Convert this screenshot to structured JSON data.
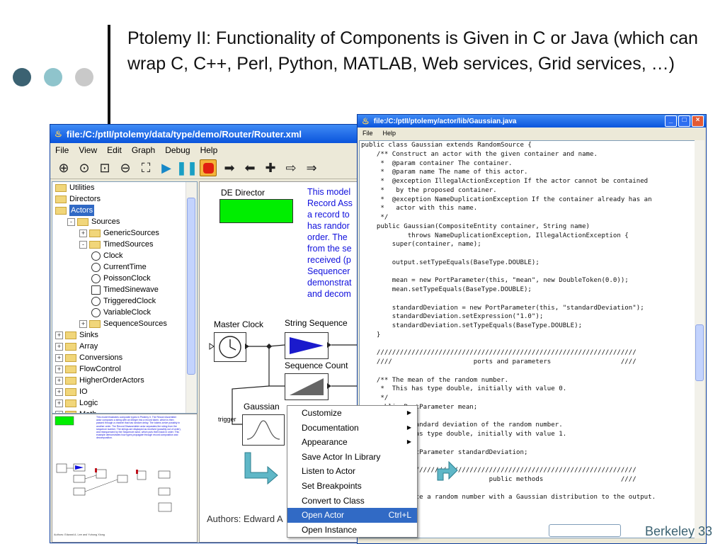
{
  "slide": {
    "title": "Ptolemy II: Functionality of Components is Given in C or Java (which can wrap C, C++, Perl, Python, MATLAB, Web services, Grid services, …)",
    "footer": "Berkeley 33"
  },
  "vergil": {
    "title": "file:/C:/ptII/ptolemy/data/type/demo/Router/Router.xml",
    "menu": [
      "File",
      "View",
      "Edit",
      "Graph",
      "Debug",
      "Help"
    ],
    "tree": [
      {
        "label": "Utilities",
        "indent": 0,
        "icon": "folder-icon"
      },
      {
        "label": "Directors",
        "indent": 0,
        "icon": "folder-icon"
      },
      {
        "label": "Actors",
        "indent": 0,
        "icon": "folder-icon",
        "selected": true
      },
      {
        "label": "Sources",
        "indent": 1,
        "icon": "folder-icon",
        "exp": "-"
      },
      {
        "label": "GenericSources",
        "indent": 2,
        "icon": "folder-icon",
        "exp": "+"
      },
      {
        "label": "TimedSources",
        "indent": 2,
        "icon": "folder-icon",
        "exp": "-"
      },
      {
        "label": "Clock",
        "indent": 3,
        "icon": "clock-icon"
      },
      {
        "label": "CurrentTime",
        "indent": 3,
        "icon": "clock-icon"
      },
      {
        "label": "PoissonClock",
        "indent": 3,
        "icon": "clock-icon"
      },
      {
        "label": "TimedSinewave",
        "indent": 3,
        "icon": "sine-icon"
      },
      {
        "label": "TriggeredClock",
        "indent": 3,
        "icon": "clock-icon"
      },
      {
        "label": "VariableClock",
        "indent": 3,
        "icon": "clock-icon"
      },
      {
        "label": "SequenceSources",
        "indent": 2,
        "icon": "folder-icon",
        "exp": "+"
      },
      {
        "label": "Sinks",
        "indent": 0,
        "icon": "folder-icon",
        "exp": "+"
      },
      {
        "label": "Array",
        "indent": 0,
        "icon": "folder-icon",
        "exp": "+"
      },
      {
        "label": "Conversions",
        "indent": 0,
        "icon": "folder-icon",
        "exp": "+"
      },
      {
        "label": "FlowControl",
        "indent": 0,
        "icon": "folder-icon",
        "exp": "+"
      },
      {
        "label": "HigherOrderActors",
        "indent": 0,
        "icon": "folder-icon",
        "exp": "+"
      },
      {
        "label": "IO",
        "indent": 0,
        "icon": "folder-icon",
        "exp": "+"
      },
      {
        "label": "Logic",
        "indent": 0,
        "icon": "folder-icon",
        "exp": "+"
      },
      {
        "label": "Math",
        "indent": 0,
        "icon": "folder-icon",
        "exp": "+"
      }
    ],
    "canvas": {
      "director": "DE Director",
      "annotation": [
        "This model",
        "Record Ass",
        "a record to",
        "has randor",
        "order. The",
        "from the se",
        "received (p",
        "Sequencer",
        "demonstrat",
        "and decom"
      ],
      "master_clock": "Master Clock",
      "string_sequence": "String Sequence",
      "sequence_count": "Sequence Count",
      "gaussian": "Gaussian",
      "trigger": "trigger",
      "authors": "Authors: Edward A"
    },
    "thumbnail": {
      "text": "This model illustrates composite types in Ptolemy II. The Record Assembler actor composes a string with an integer into a record token, which is then passed through a channel that has random delay. The tokens arrive possibly in another order. The Record Disassembler actor separates the string from the sequence number. The strings are displayed as received (possibly out of order), and resequenced by the Sequencer actor, which puts them back in order. This example demonstrates how types propagate through record composition and decomposition.",
      "authors": "Authors: Edward A. Lee and Yuhong Xiong"
    }
  },
  "editor": {
    "title": "file:/C:/ptII/ptolemy/actor/lib/Gaussian.java",
    "menu": [
      "File",
      "Help"
    ],
    "code": "public class Gaussian extends RandomSource {\n    /** Construct an actor with the given container and name.\n     *  @param container The container.\n     *  @param name The name of this actor.\n     *  @exception IllegalActionException If the actor cannot be contained\n     *   by the proposed container.\n     *  @exception NameDuplicationException If the container already has an\n     *   actor with this name.\n     */\n    public Gaussian(CompositeEntity container, String name)\n            throws NameDuplicationException, IllegalActionException {\n        super(container, name);\n\n        output.setTypeEquals(BaseType.DOUBLE);\n\n        mean = new PortParameter(this, \"mean\", new DoubleToken(0.0));\n        mean.setTypeEquals(BaseType.DOUBLE);\n\n        standardDeviation = new PortParameter(this, \"standardDeviation\");\n        standardDeviation.setExpression(\"1.0\");\n        standardDeviation.setTypeEquals(BaseType.DOUBLE);\n    }\n\n    ///////////////////////////////////////////////////////////////////\n    ////                     ports and parameters                  ////\n\n    /** The mean of the random number.\n     *  This has type double, initially with value 0.\n     */\n    public PortParameter mean;\n\n    /** The standard deviation of the random number.\n     *  This has type double, initially with value 1.\n     */\n    public PortParameter standardDeviation;\n\n    ///////////////////////////////////////////////////////////////////\n    ////                         public methods                    ////\n\n    /** Generate a random number with a Gaussian distribution to the output."
  },
  "context_menu": [
    {
      "label": "Customize",
      "submenu": true
    },
    {
      "label": "Documentation",
      "submenu": true
    },
    {
      "label": "Appearance",
      "submenu": true
    },
    {
      "label": "Save Actor In Library"
    },
    {
      "label": "Listen to Actor"
    },
    {
      "label": "Set Breakpoints"
    },
    {
      "label": "Convert to Class"
    },
    {
      "label": "Open Actor",
      "shortcut": "Ctrl+L",
      "highlighted": true
    },
    {
      "label": "Open Instance"
    }
  ],
  "colors": {
    "director_green": "#00ee00",
    "annotation_blue": "#1010dd",
    "selection": "#316ac5",
    "titlebar": "#0a54dc"
  }
}
